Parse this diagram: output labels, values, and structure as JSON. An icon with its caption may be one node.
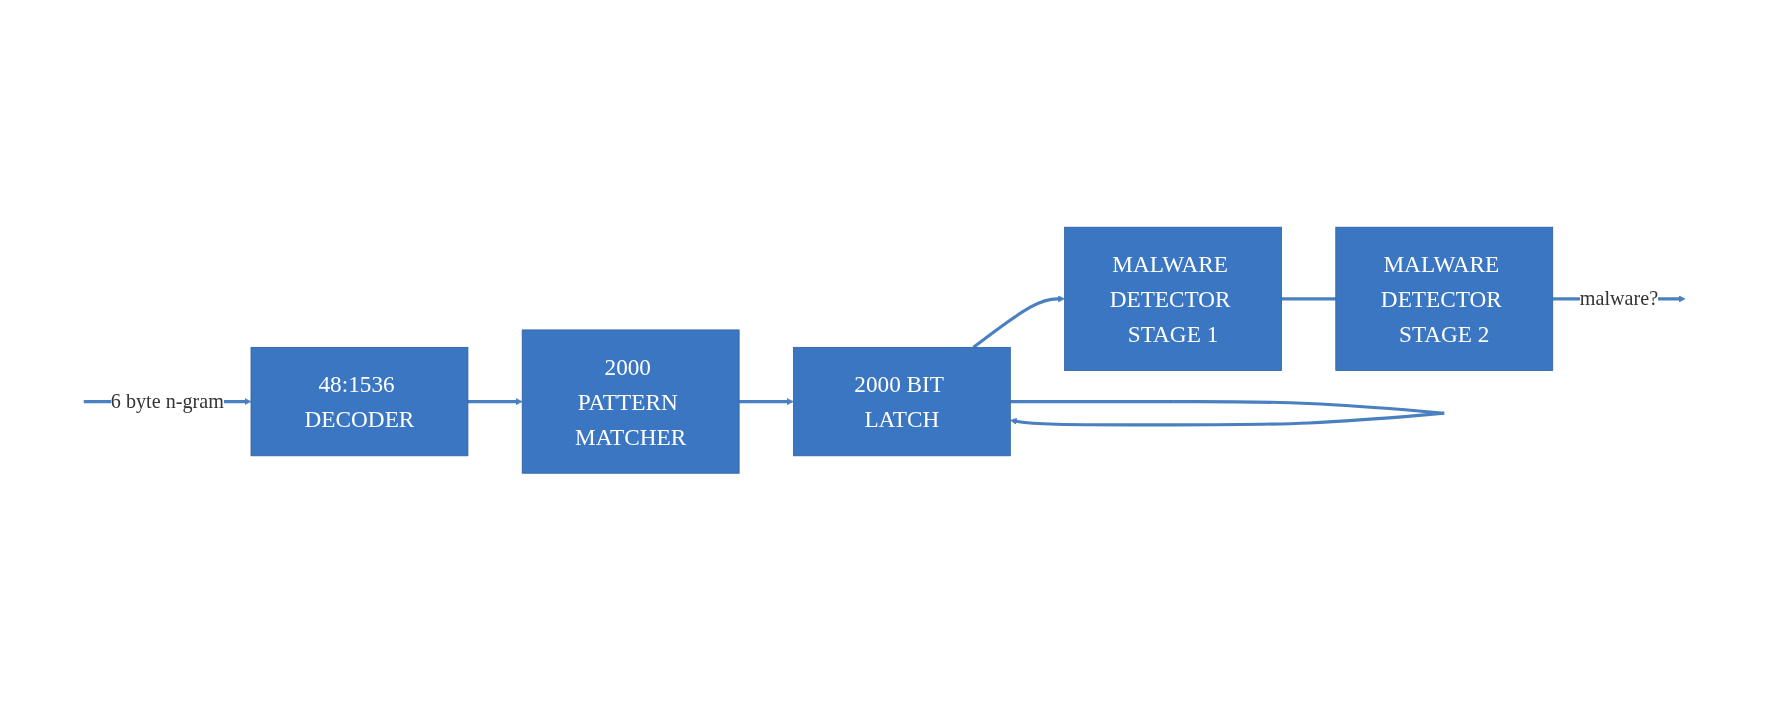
{
  "diagram": {
    "nodes": [
      {
        "text": [
          "48:1536 DECODER"
        ]
      },
      {
        "text": [
          "2000 PATTERN MATCHER"
        ]
      },
      {
        "text": [
          "2000 BIT LATCH"
        ]
      },
      {
        "text": [
          "MALWARE DETECTOR STAGE 1"
        ]
      },
      {
        "text": [
          "MALWARE DETECTOR STAGE 2"
        ]
      }
    ],
    "edges": [
      {
        "from": null,
        "to": 0,
        "arrow": "to",
        "label": "6 byte n-gram"
      },
      {
        "from": 0,
        "to": 1,
        "arrow": "to"
      },
      {
        "from": 1,
        "to": 2,
        "arrow": "to"
      },
      {
        "from": 2,
        "to": 3,
        "arrow": "to"
      },
      {
        "from": 2,
        "to": 2,
        "arrow": "to"
      },
      {
        "from": 3,
        "to": 4,
        "arrow": "none"
      },
      {
        "from": 4,
        "to": null,
        "arrow": "to",
        "label": "malware?"
      }
    ]
  }
}
